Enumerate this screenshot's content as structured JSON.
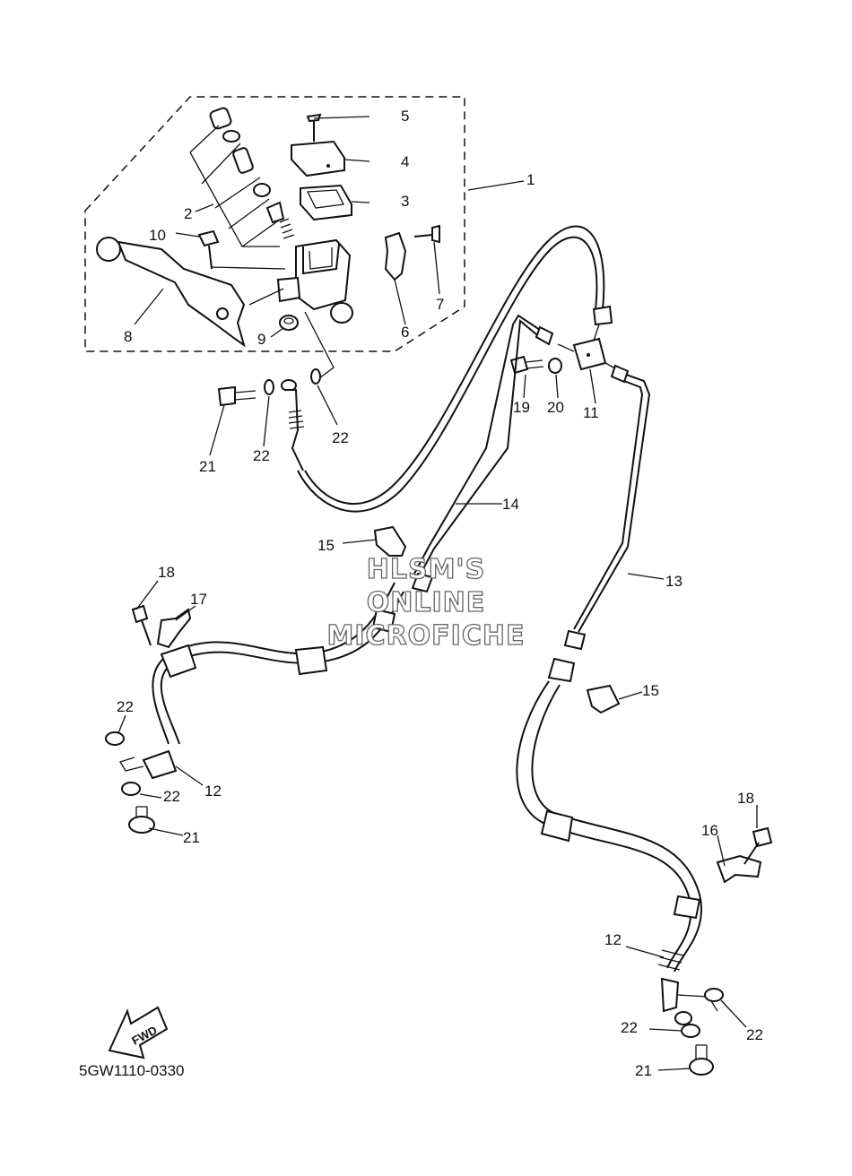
{
  "watermark": [
    "HLSM'S",
    "ONLINE",
    "MICROFICHE"
  ],
  "fwd_label": "FWD",
  "diagram_code": "5GW1110-0330",
  "callouts": {
    "c1": "1",
    "c2": "2",
    "c3": "3",
    "c4": "4",
    "c5": "5",
    "c6": "6",
    "c7": "7",
    "c8": "8",
    "c9": "9",
    "c10": "10",
    "c11": "11",
    "c12a": "12",
    "c12b": "12",
    "c13": "13",
    "c14": "14",
    "c15a": "15",
    "c15b": "15",
    "c16": "16",
    "c17": "17",
    "c18a": "18",
    "c18b": "18",
    "c19": "19",
    "c20": "20",
    "c21a": "21",
    "c21b": "21",
    "c21c": "21",
    "c22a": "22",
    "c22b": "22",
    "c22c": "22",
    "c22d": "22",
    "c22e": "22",
    "c22f": "22"
  }
}
